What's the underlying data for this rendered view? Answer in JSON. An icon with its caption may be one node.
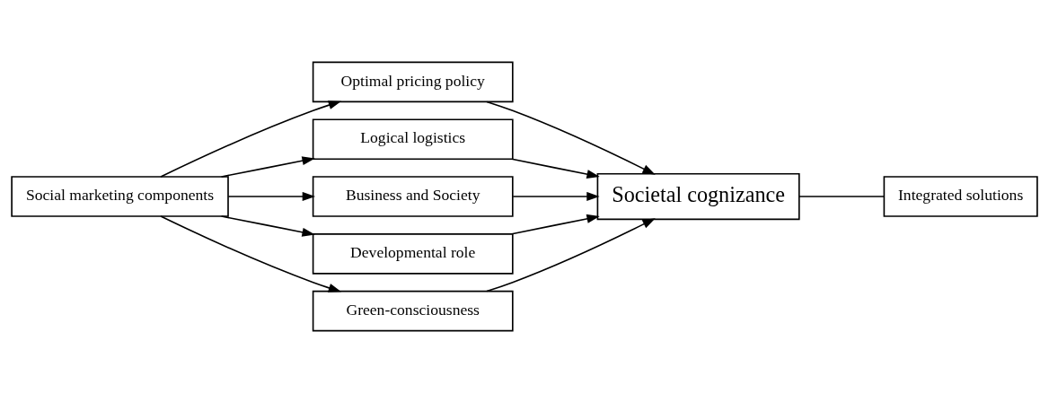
{
  "diagram": {
    "nodes": [
      {
        "text": [
          "Social marketing components"
        ]
      },
      {
        "text": [
          "Optimal pricing policy"
        ]
      },
      {
        "text": [
          "Logical logistics"
        ]
      },
      {
        "text": [
          "Business and Society"
        ]
      },
      {
        "text": [
          "Developmental role"
        ]
      },
      {
        "text": [
          "Green-consciousness"
        ]
      },
      {
        "text": [
          "Societal cognizance"
        ]
      },
      {
        "text": [
          "Integrated solutions"
        ]
      }
    ],
    "edges": [
      {
        "from": 0,
        "to": 1,
        "arrow": "to"
      },
      {
        "from": 0,
        "to": 2,
        "arrow": "to"
      },
      {
        "from": 0,
        "to": 3,
        "arrow": "to"
      },
      {
        "from": 0,
        "to": 4,
        "arrow": "to"
      },
      {
        "from": 0,
        "to": 5,
        "arrow": "to"
      },
      {
        "from": 1,
        "to": 6,
        "arrow": "to"
      },
      {
        "from": 2,
        "to": 6,
        "arrow": "to"
      },
      {
        "from": 3,
        "to": 6,
        "arrow": "to"
      },
      {
        "from": 4,
        "to": 6,
        "arrow": "to"
      },
      {
        "from": 5,
        "to": 6,
        "arrow": "to"
      },
      {
        "from": 6,
        "to": 7,
        "arrow": "none"
      }
    ]
  }
}
